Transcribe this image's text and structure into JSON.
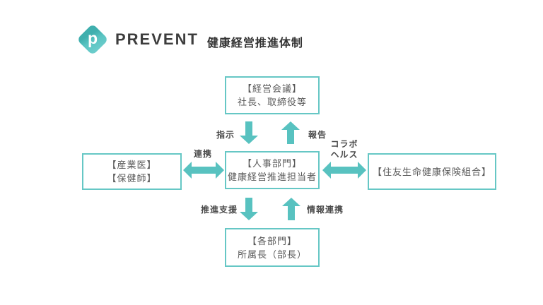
{
  "header": {
    "brand": "PREVENT",
    "title": "健康経営推進体制",
    "logo_letter": "p"
  },
  "boxes": {
    "top": {
      "line1": "【経営会議】",
      "line2": "社長、取締役等"
    },
    "left": {
      "line1": "【産業医】",
      "line2": "【保健師】"
    },
    "center": {
      "line1": "【人事部門】",
      "line2": "健康経営推進担当者"
    },
    "right": {
      "line1": "【住友生命健康保険組合】"
    },
    "bottom": {
      "line1": "【各部門】",
      "line2": "所属長（部長）"
    }
  },
  "arrow_labels": {
    "instruction": "指示",
    "report": "報告",
    "cooperation": "連携",
    "collabo_line1": "コラボ",
    "collabo_line2": "ヘルス",
    "promotion_support": "推進支援",
    "information_link": "情報連携"
  },
  "colors": {
    "accent": "#58c2c0",
    "box-border": "#66c7c5",
    "text": "#595959",
    "label": "#4a4a4a",
    "brand": "#3d3d3d"
  }
}
